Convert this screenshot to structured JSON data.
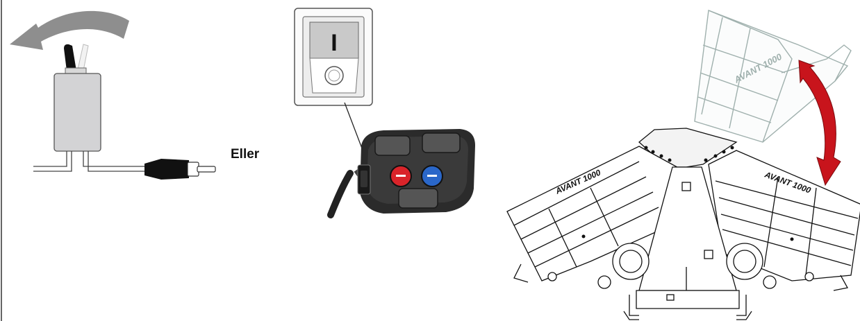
{
  "connector_label": "Eller",
  "rocker_switch_symbol": "I",
  "machine_brand_text": "AVANT 1000",
  "colors": {
    "arrow_gray": "#8e8e8e",
    "red_arrow": "#c8141c",
    "red_button": "#d9242a",
    "blue_button": "#2a67c9",
    "ghost_machine": "#9fb0ad",
    "line": "#111111"
  }
}
